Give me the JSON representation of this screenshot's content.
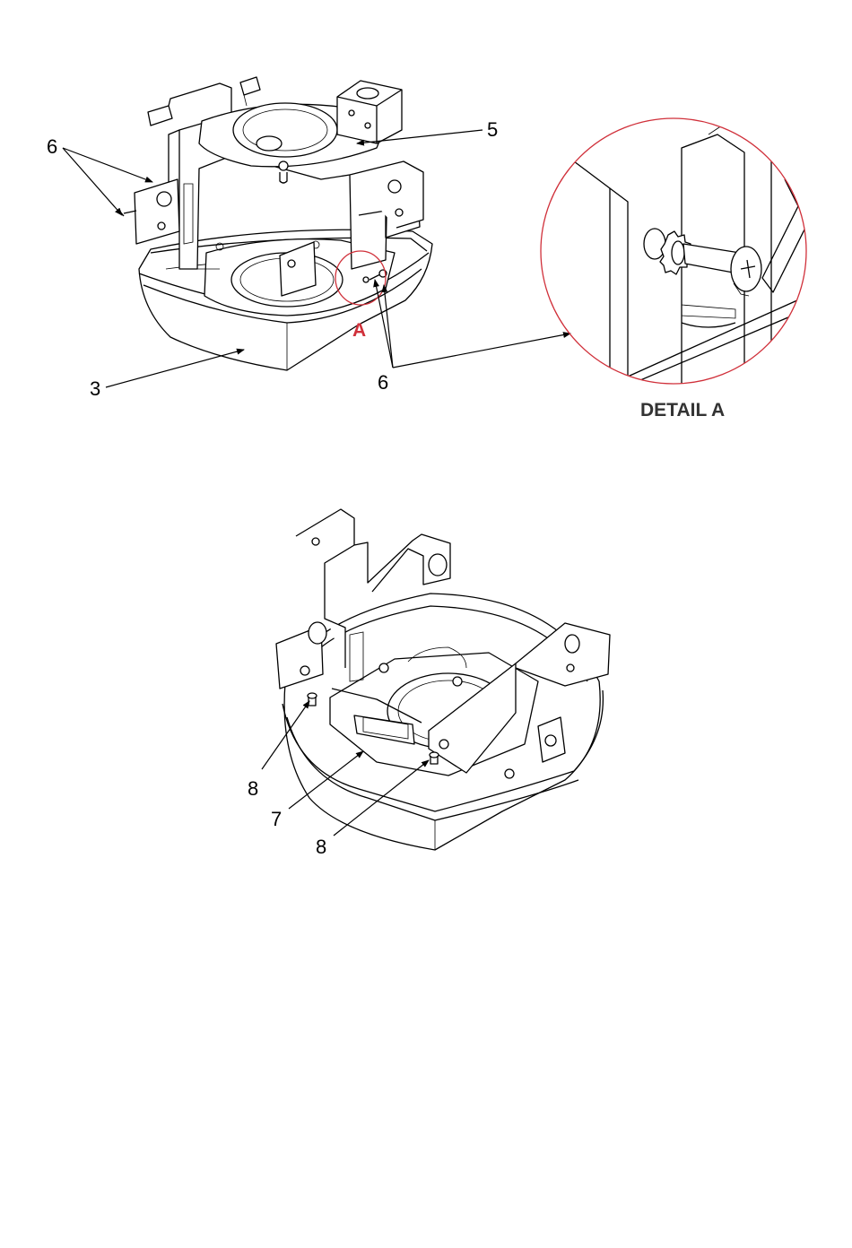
{
  "colors": {
    "ink": "#000000",
    "highlight": "#d0303a",
    "detail_title": "#333333"
  },
  "figure1": {
    "callouts": {
      "c6_left": "6",
      "c5": "5",
      "c3": "3",
      "c6_bottom": "6"
    },
    "detail_marker": "A",
    "detail_title": "DETAIL A"
  },
  "figure2": {
    "callouts": {
      "c8_left": "8",
      "c7": "7",
      "c8_bottom": "8"
    }
  }
}
